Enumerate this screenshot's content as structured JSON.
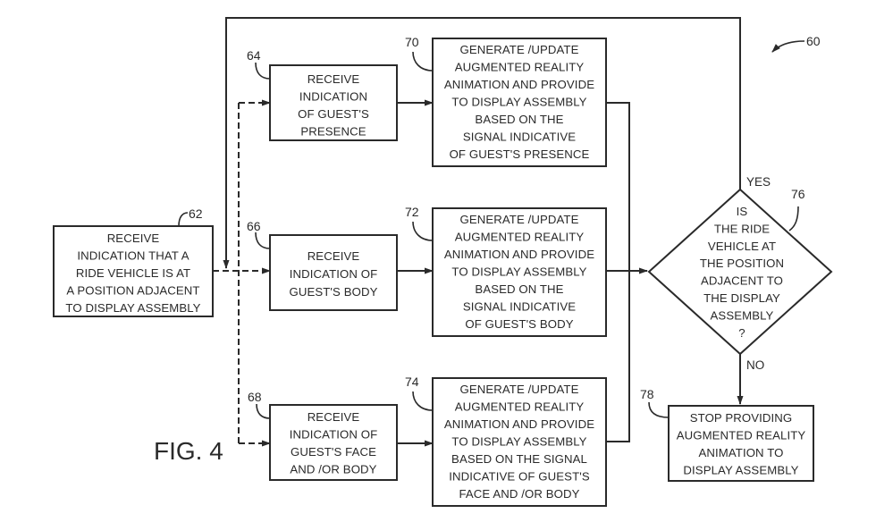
{
  "figure": {
    "label": "FIG. 4",
    "reference": "60"
  },
  "nodes": {
    "start": {
      "ref": "62",
      "lines": [
        "RECEIVE",
        "INDICATION THAT A",
        "RIDE VEHICLE IS AT",
        "A POSITION ADJACENT",
        "TO DISPLAY ASSEMBLY"
      ]
    },
    "presence": {
      "ref": "64",
      "lines": [
        "RECEIVE",
        "INDICATION",
        "OF GUEST'S",
        "PRESENCE"
      ]
    },
    "body": {
      "ref": "66",
      "lines": [
        "RECEIVE",
        "INDICATION OF",
        "GUEST'S BODY"
      ]
    },
    "face": {
      "ref": "68",
      "lines": [
        "RECEIVE",
        "INDICATION OF",
        "GUEST'S FACE",
        "AND /OR BODY"
      ]
    },
    "gen_presence": {
      "ref": "70",
      "lines": [
        "GENERATE /UPDATE",
        "AUGMENTED REALITY",
        "ANIMATION AND PROVIDE",
        "TO DISPLAY ASSEMBLY",
        "BASED ON THE",
        "SIGNAL INDICATIVE",
        "OF GUEST'S PRESENCE"
      ]
    },
    "gen_body": {
      "ref": "72",
      "lines": [
        "GENERATE /UPDATE",
        "AUGMENTED REALITY",
        "ANIMATION AND PROVIDE",
        "TO DISPLAY ASSEMBLY",
        "BASED ON THE",
        "SIGNAL INDICATIVE",
        "OF GUEST'S BODY"
      ]
    },
    "gen_face": {
      "ref": "74",
      "lines": [
        "GENERATE /UPDATE",
        "AUGMENTED REALITY",
        "ANIMATION AND PROVIDE",
        "TO DISPLAY ASSEMBLY",
        "BASED ON THE SIGNAL",
        "INDICATIVE OF GUEST'S",
        "FACE AND /OR BODY"
      ]
    },
    "decision": {
      "ref": "76",
      "lines": [
        "IS",
        "THE RIDE",
        "VEHICLE AT",
        "THE POSITION",
        "ADJACENT TO",
        "THE DISPLAY",
        "ASSEMBLY",
        "?"
      ],
      "yes_label": "YES",
      "no_label": "NO"
    },
    "stop": {
      "ref": "78",
      "lines": [
        "STOP PROVIDING",
        "AUGMENTED REALITY",
        "ANIMATION TO",
        "DISPLAY ASSEMBLY"
      ]
    }
  }
}
